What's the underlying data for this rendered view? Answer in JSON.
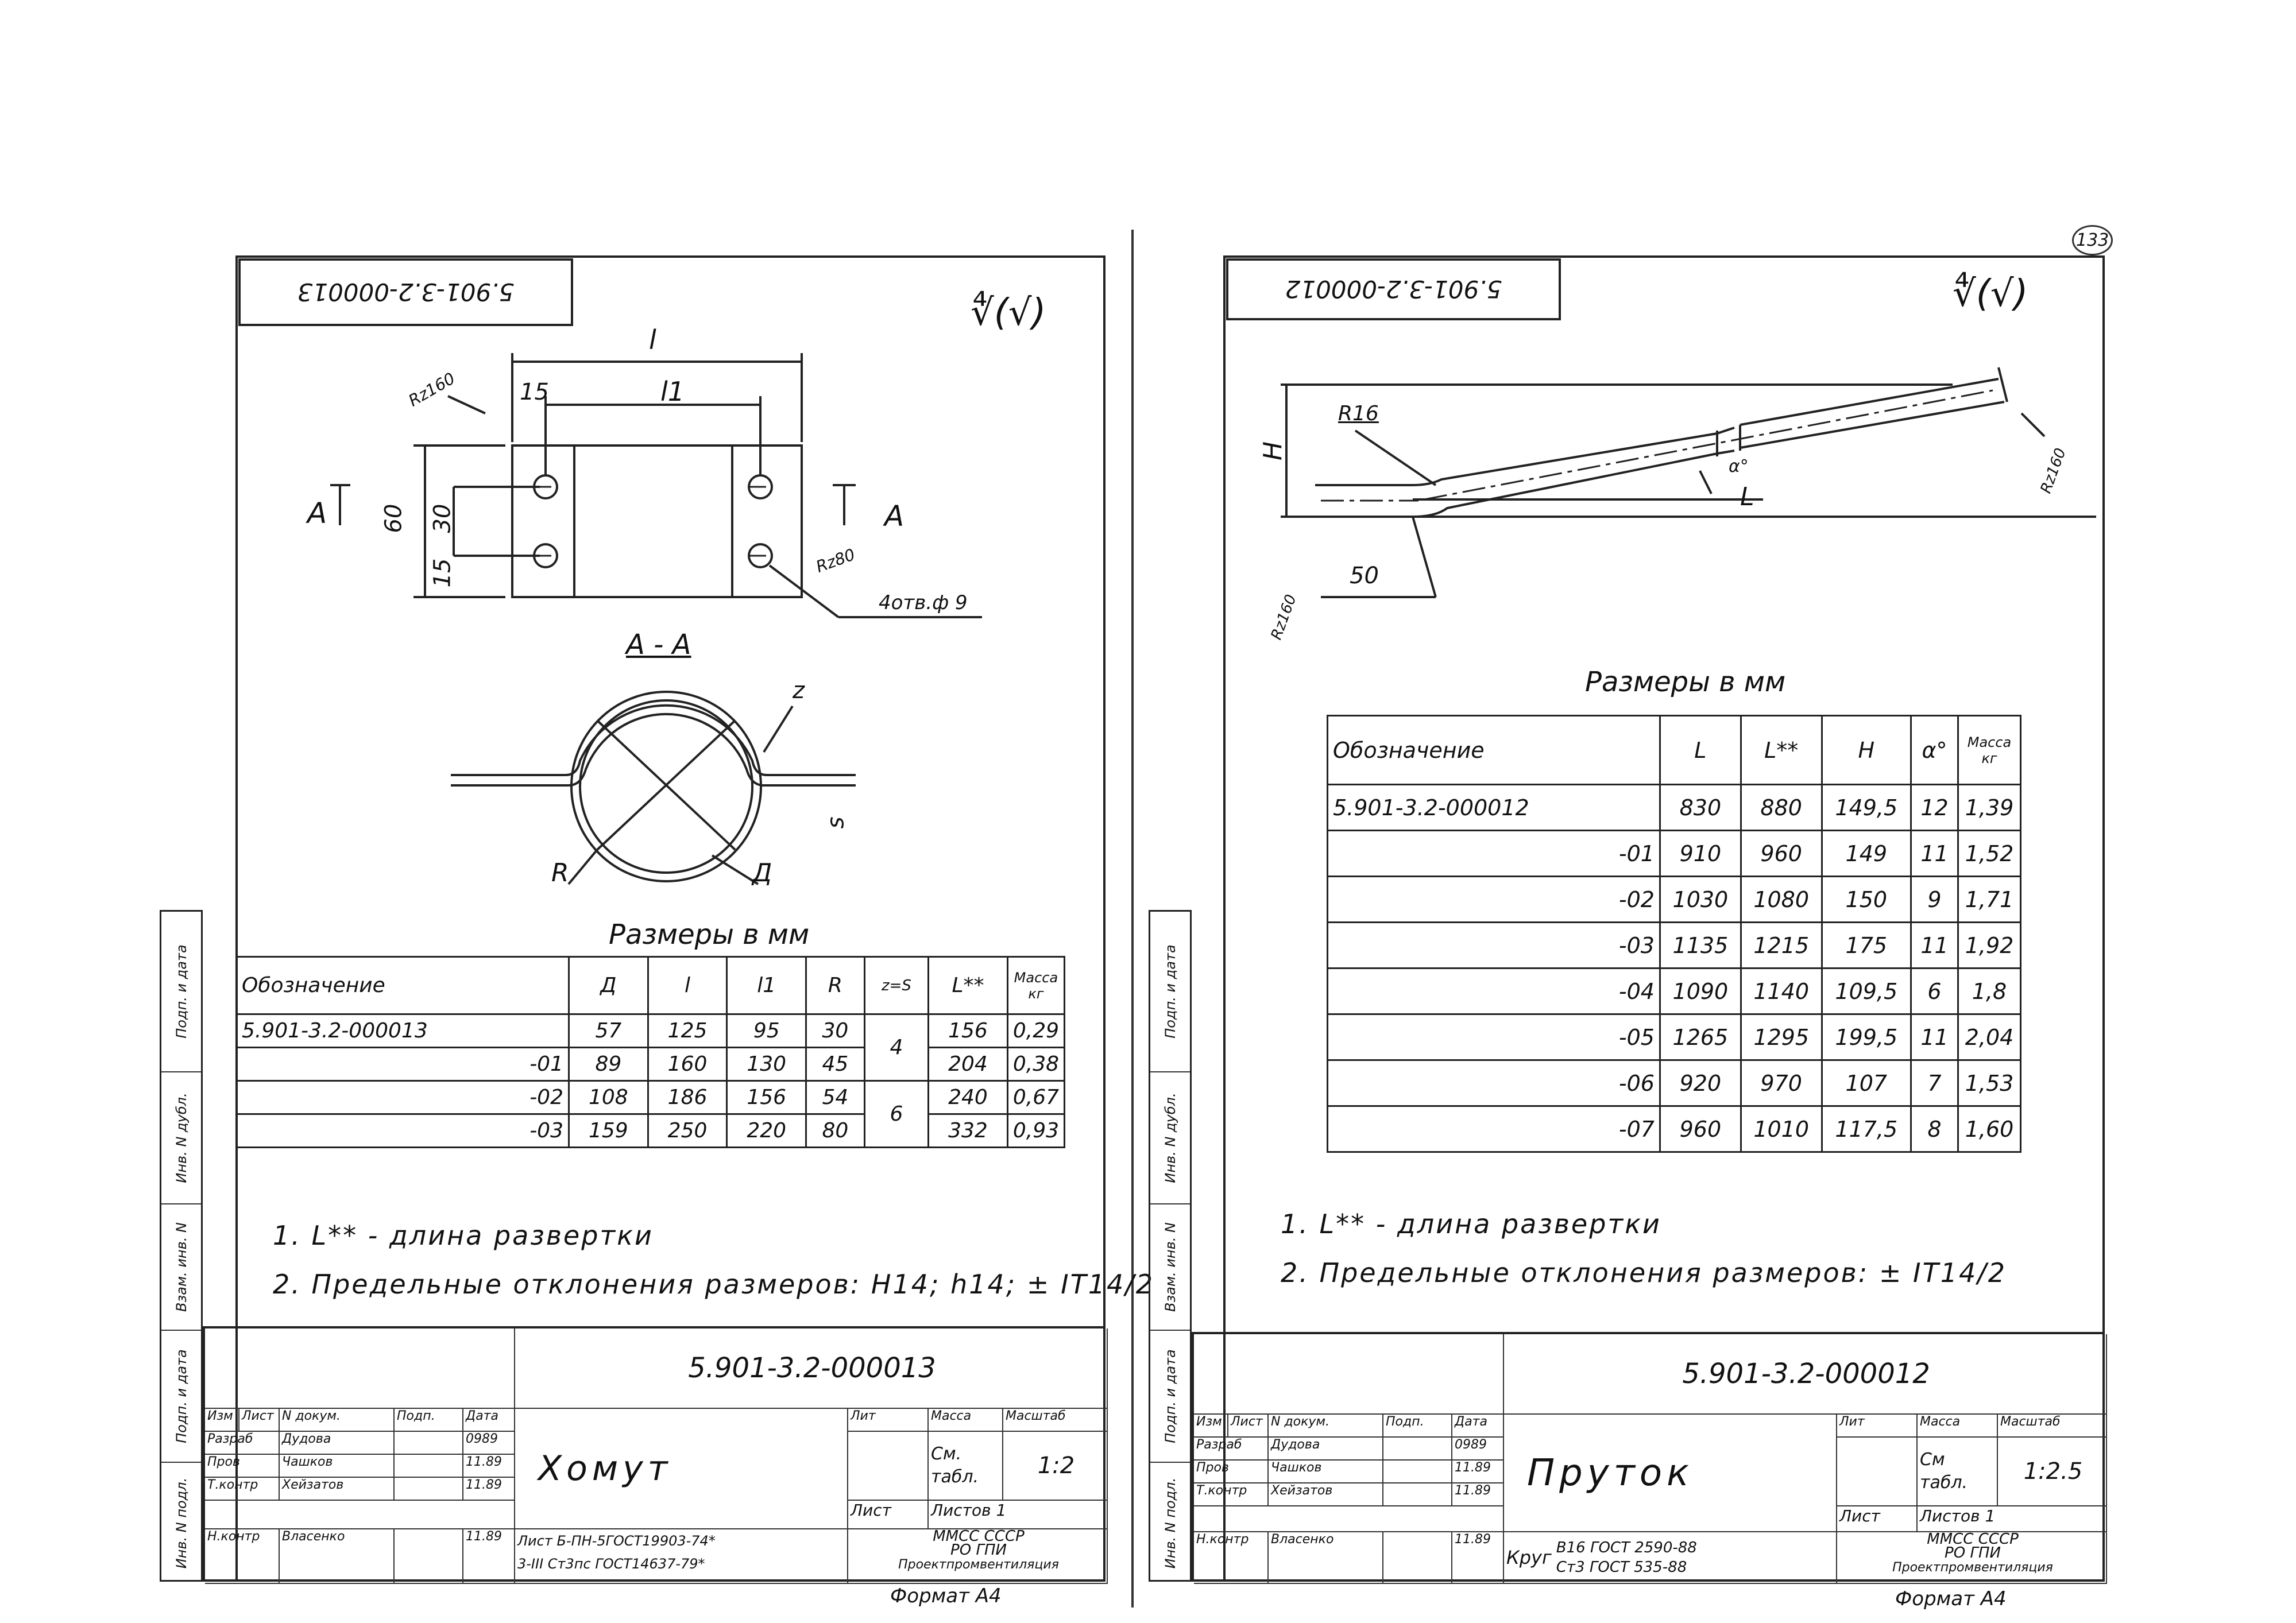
{
  "corner_mark": "133",
  "left": {
    "code": "5.901-3.2-000013",
    "roughness": "∜(√)",
    "top_view": {
      "l": "l",
      "l1": "l1",
      "d15a": "15",
      "d15b": "15",
      "d30": "30",
      "d60": "60",
      "A_left": "A",
      "A_right": "A",
      "rz_top": "Rz160",
      "rz_hole": "Rz80",
      "hole_note": "4отв.ф 9"
    },
    "section": {
      "label": "А - А",
      "z": "z",
      "s": "s",
      "R": "R",
      "D": "Д"
    },
    "caption": "Размеры в мм",
    "table": {
      "headers": [
        "Обозначение",
        "Д",
        "l",
        "l1",
        "R",
        "z=S",
        "L**",
        "Масса кг"
      ],
      "rows": [
        [
          "5.901-3.2-000013",
          "57",
          "125",
          "95",
          "30",
          "156",
          "0,29"
        ],
        [
          "-01",
          "89",
          "160",
          "130",
          "45",
          "204",
          "0,38"
        ],
        [
          "-02",
          "108",
          "186",
          "156",
          "54",
          "240",
          "0,67"
        ],
        [
          "-03",
          "159",
          "250",
          "220",
          "80",
          "332",
          "0,93"
        ]
      ],
      "zs_group1": "4",
      "zs_group2": "6"
    },
    "notes": [
      "1. L** - длина развертки",
      "2. Предельные отклонения размеров: Н14; h14; ± IT14/2"
    ],
    "title_block": {
      "code": "5.901-3.2-000013",
      "title": "Хомут",
      "head": [
        "Изм",
        "Лист",
        "N докум.",
        "Подп.",
        "Дата"
      ],
      "rows": [
        [
          "Разраб",
          "Дудова",
          "",
          "0989"
        ],
        [
          "Пров",
          "Чашков",
          "",
          "11.89"
        ],
        [
          "Т.контр",
          "Хейзатов",
          "",
          "11.89"
        ],
        [
          "Н.контр",
          "Власенко",
          "",
          "11.89"
        ]
      ],
      "lit": "Лит",
      "mass": "Масса",
      "scale": "Масштаб",
      "mass_value": "См. табл.",
      "scale_value": "1:2",
      "sheet": "Лист",
      "sheets": "Листов 1",
      "material1": "Лист Б-ПН-5ГОСТ19903-74*",
      "material2": "3-III Ст3пс ГОСТ14637-79*",
      "org1": "ММСС СССР",
      "org2": "РО ГПИ",
      "org3": "Проектпромвентиляция",
      "format": "Формат А4"
    },
    "side_labels": [
      "Подп. и дата",
      "Инв. N дубл.",
      "Взам. инв. N",
      "Подп. и дата",
      "Инв. N подл."
    ]
  },
  "right": {
    "code": "5.901-3.2-000012",
    "roughness": "∜(√)",
    "drawing": {
      "r16": "R16",
      "H": "H",
      "alpha": "α°",
      "L": "L",
      "d50": "50",
      "rz_right": "Rz160",
      "rz_left": "Rz160"
    },
    "caption": "Размеры в мм",
    "table": {
      "headers": [
        "Обозначение",
        "L",
        "L**",
        "H",
        "α°",
        "Масса кг"
      ],
      "rows": [
        [
          "5.901-3.2-000012",
          "830",
          "880",
          "149,5",
          "12",
          "1,39"
        ],
        [
          "-01",
          "910",
          "960",
          "149",
          "11",
          "1,52"
        ],
        [
          "-02",
          "1030",
          "1080",
          "150",
          "9",
          "1,71"
        ],
        [
          "-03",
          "1135",
          "1215",
          "175",
          "11",
          "1,92"
        ],
        [
          "-04",
          "1090",
          "1140",
          "109,5",
          "6",
          "1,8"
        ],
        [
          "-05",
          "1265",
          "1295",
          "199,5",
          "11",
          "2,04"
        ],
        [
          "-06",
          "920",
          "970",
          "107",
          "7",
          "1,53"
        ],
        [
          "-07",
          "960",
          "1010",
          "117,5",
          "8",
          "1,60"
        ]
      ]
    },
    "notes": [
      "1. L** - длина развертки",
      "2. Предельные отклонения размеров: ± IT14/2"
    ],
    "title_block": {
      "code": "5.901-3.2-000012",
      "title": "Пруток",
      "head": [
        "Изм",
        "Лист",
        "N докум.",
        "Подп.",
        "Дата"
      ],
      "rows": [
        [
          "Разраб",
          "Дудова",
          "",
          "0989"
        ],
        [
          "Пров",
          "Чашков",
          "",
          "11.89"
        ],
        [
          "Т.контр",
          "Хейзатов",
          "",
          "11.89"
        ],
        [
          "Н.контр",
          "Власенко",
          "",
          "11.89"
        ]
      ],
      "lit": "Лит",
      "mass": "Масса",
      "scale": "Масштаб",
      "mass_value": "См табл.",
      "scale_value": "1:2.5",
      "sheet": "Лист",
      "sheets": "Листов 1",
      "material_prefix": "Круг",
      "material1": "В16 ГОСТ 2590-88",
      "material2": "Ст3 ГОСТ 535-88",
      "org1": "ММСС СССР",
      "org2": "РО ГПИ",
      "org3": "Проектпромвентиляция",
      "format": "Формат А4"
    },
    "side_labels": [
      "Подп. и дата",
      "Инв. N дубл.",
      "Взам. инв. N",
      "Подп. и дата",
      "Инв. N подл."
    ]
  }
}
